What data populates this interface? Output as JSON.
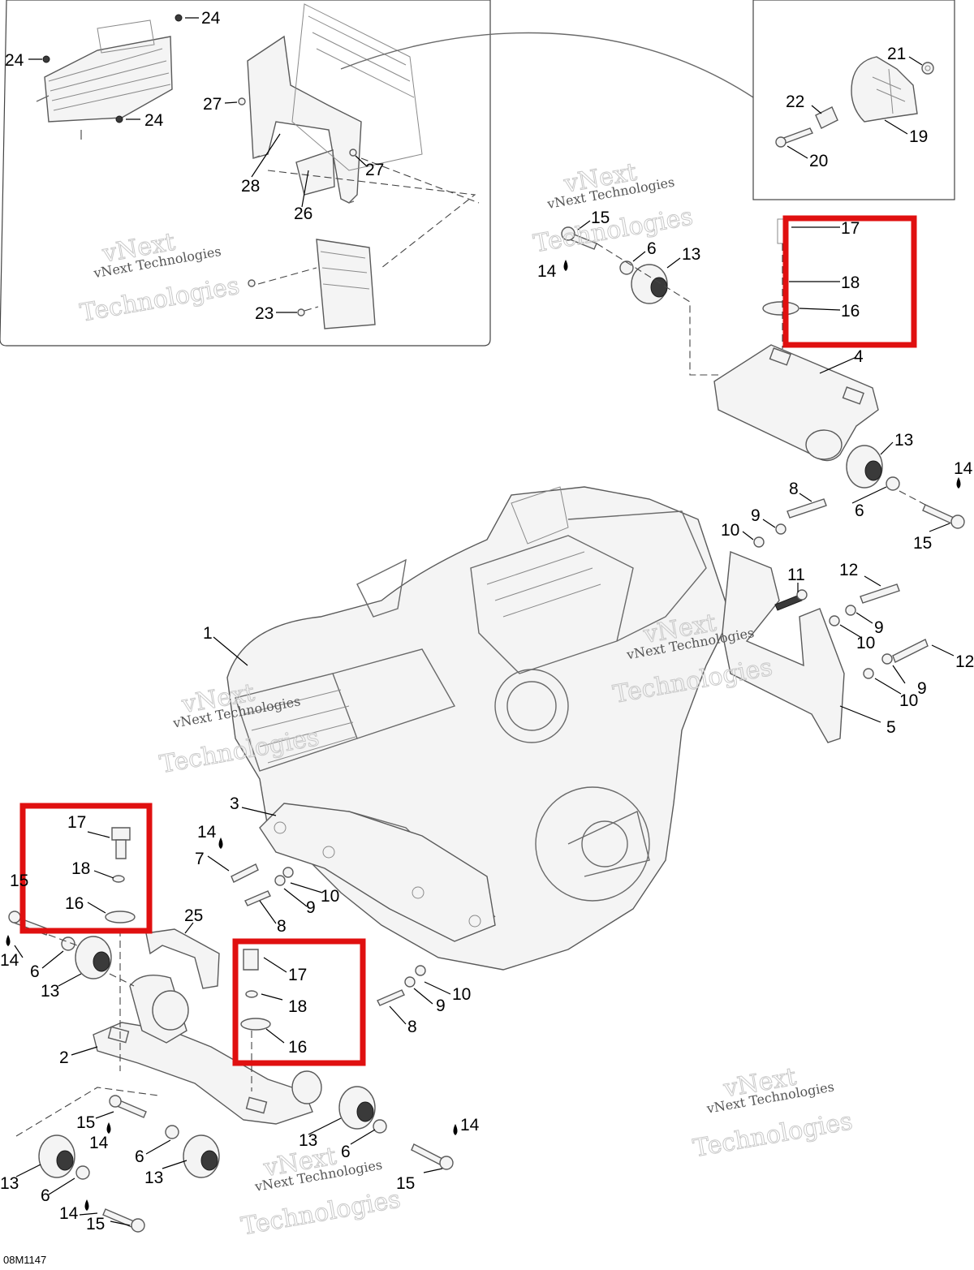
{
  "reference_code": "08M1147",
  "watermark": {
    "line1": "vNext",
    "line2": "vNext Technologies",
    "line3": "Technologies"
  },
  "colors": {
    "highlight": "#e01010",
    "line": "#6a6a6a",
    "background": "#ffffff"
  },
  "callouts": [
    {
      "id": "c24a",
      "text": "24"
    },
    {
      "id": "c24b",
      "text": "24"
    },
    {
      "id": "c24c",
      "text": "24"
    },
    {
      "id": "c27a",
      "text": "27"
    },
    {
      "id": "c27b",
      "text": "27"
    },
    {
      "id": "c28",
      "text": "28"
    },
    {
      "id": "c26",
      "text": "26"
    },
    {
      "id": "c23",
      "text": "23"
    },
    {
      "id": "c21",
      "text": "21"
    },
    {
      "id": "c22",
      "text": "22"
    },
    {
      "id": "c19",
      "text": "19"
    },
    {
      "id": "c20",
      "text": "20"
    },
    {
      "id": "c15a",
      "text": "15"
    },
    {
      "id": "c6a",
      "text": "6"
    },
    {
      "id": "c13a",
      "text": "13"
    },
    {
      "id": "c14a",
      "text": "14"
    },
    {
      "id": "c17a",
      "text": "17"
    },
    {
      "id": "c18a",
      "text": "18"
    },
    {
      "id": "c16a",
      "text": "16"
    },
    {
      "id": "c4",
      "text": "4"
    },
    {
      "id": "c13b",
      "text": "13"
    },
    {
      "id": "c14b",
      "text": "14"
    },
    {
      "id": "c6b",
      "text": "6"
    },
    {
      "id": "c15b",
      "text": "15"
    },
    {
      "id": "c8a",
      "text": "8"
    },
    {
      "id": "c9a",
      "text": "9"
    },
    {
      "id": "c10a",
      "text": "10"
    },
    {
      "id": "c11",
      "text": "11"
    },
    {
      "id": "c12a",
      "text": "12"
    },
    {
      "id": "c9b",
      "text": "9"
    },
    {
      "id": "c10b",
      "text": "10"
    },
    {
      "id": "c12b",
      "text": "12"
    },
    {
      "id": "c9c",
      "text": "9"
    },
    {
      "id": "c10c",
      "text": "10"
    },
    {
      "id": "c5",
      "text": "5"
    },
    {
      "id": "c1",
      "text": "1"
    },
    {
      "id": "c3",
      "text": "3"
    },
    {
      "id": "c14c",
      "text": "14"
    },
    {
      "id": "c7",
      "text": "7"
    },
    {
      "id": "c10d",
      "text": "10"
    },
    {
      "id": "c9d",
      "text": "9"
    },
    {
      "id": "c8b",
      "text": "8"
    },
    {
      "id": "c17b",
      "text": "17"
    },
    {
      "id": "c18b",
      "text": "18"
    },
    {
      "id": "c16b",
      "text": "16"
    },
    {
      "id": "c15c",
      "text": "15"
    },
    {
      "id": "c25",
      "text": "25"
    },
    {
      "id": "c14d",
      "text": "14"
    },
    {
      "id": "c6c",
      "text": "6"
    },
    {
      "id": "c13c",
      "text": "13"
    },
    {
      "id": "c17c",
      "text": "17"
    },
    {
      "id": "c18c",
      "text": "18"
    },
    {
      "id": "c16c",
      "text": "16"
    },
    {
      "id": "c10e",
      "text": "10"
    },
    {
      "id": "c9e",
      "text": "9"
    },
    {
      "id": "c8c",
      "text": "8"
    },
    {
      "id": "c2",
      "text": "2"
    },
    {
      "id": "c15d",
      "text": "15"
    },
    {
      "id": "c14e",
      "text": "14"
    },
    {
      "id": "c6d",
      "text": "6"
    },
    {
      "id": "c13d",
      "text": "13"
    },
    {
      "id": "c13e",
      "text": "13"
    },
    {
      "id": "c6e",
      "text": "6"
    },
    {
      "id": "c14f",
      "text": "14"
    },
    {
      "id": "c15e",
      "text": "15"
    },
    {
      "id": "c13f",
      "text": "13"
    },
    {
      "id": "c6f",
      "text": "6"
    },
    {
      "id": "c14g",
      "text": "14"
    },
    {
      "id": "c15f",
      "text": "15"
    }
  ]
}
